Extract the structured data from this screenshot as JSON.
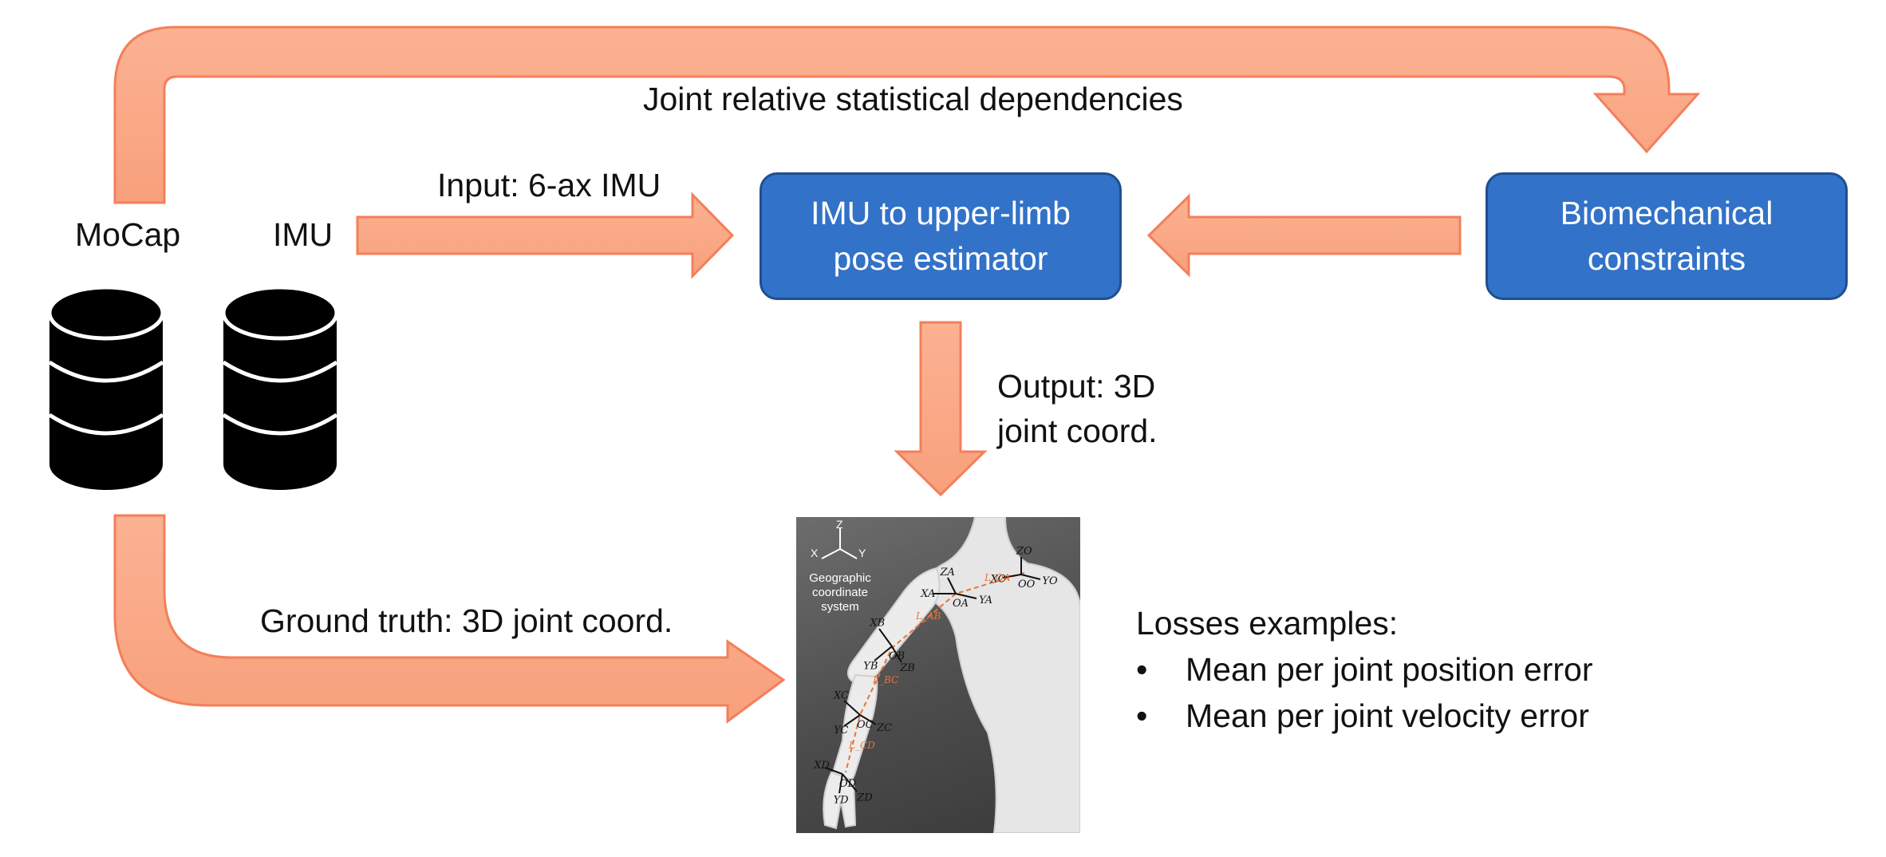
{
  "labels": {
    "top_arrow": "Joint relative statistical dependencies",
    "mocap": "MoCap",
    "imu": "IMU",
    "input": "Input: 6-ax IMU",
    "output_line1": "Output: 3D",
    "output_line2": "joint coord.",
    "ground_truth": "Ground truth: 3D joint coord."
  },
  "boxes": {
    "estimator_line1": "IMU to upper-limb",
    "estimator_line2": "pose estimator",
    "constraints_line1": "Biomechanical",
    "constraints_line2": "constraints"
  },
  "image": {
    "axes": {
      "z": "Z",
      "x": "X",
      "y": "Y"
    },
    "caption": "Geographic coordinate system",
    "frames": [
      {
        "origin": "O",
        "sub": "O",
        "axes": [
          "Z",
          "X",
          "Y"
        ]
      },
      {
        "origin": "O",
        "sub": "A",
        "axes": [
          "Z",
          "X",
          "Y"
        ]
      },
      {
        "origin": "O",
        "sub": "B",
        "axes": [
          "X",
          "Y",
          "Z"
        ]
      },
      {
        "origin": "O",
        "sub": "C",
        "axes": [
          "X",
          "Y",
          "Z"
        ]
      },
      {
        "origin": "O",
        "sub": "D",
        "axes": [
          "X",
          "Y",
          "Z"
        ]
      }
    ],
    "segments": [
      "L_OA",
      "L_AB",
      "L_BC",
      "L_CD"
    ]
  },
  "losses": {
    "title": "Losses examples:",
    "items": [
      "Mean per joint position error",
      "Mean per joint velocity error"
    ]
  },
  "colors": {
    "arrow_fill": "#f9a585",
    "arrow_edge": "#f37f5a",
    "box_fill": "#3272c8",
    "box_border": "#1f4f8f",
    "database": "#000000"
  }
}
